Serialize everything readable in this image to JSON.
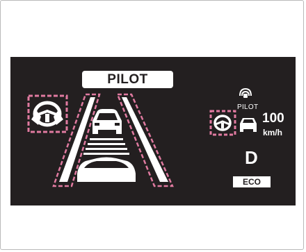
{
  "cluster": {
    "banner_label": "PILOT",
    "status_icon_label": "PILOT",
    "speed": "100",
    "speed_unit": "km/h",
    "gear": "D",
    "drive_mode": "ECO"
  },
  "icons": {
    "left_indicator": "steering-wheel-hands-on-icon",
    "right_indicator": "steering-wheel-hands-on-icon",
    "lead_vehicle": "car-icon",
    "own_vehicle": "car-rear-icon",
    "status": "pilot-assist-status-icon"
  },
  "colors": {
    "display_background": "#231f20",
    "highlight_dashes": "#e07aa0",
    "foreground": "#ffffff"
  }
}
